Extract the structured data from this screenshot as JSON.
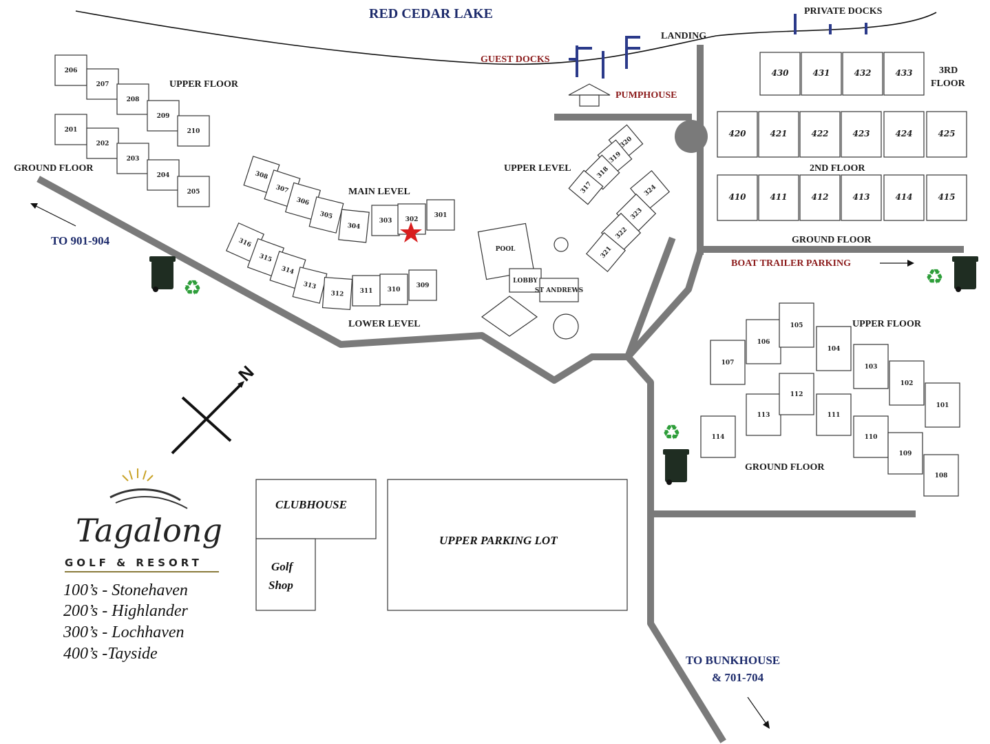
{
  "map": {
    "lake_title": "RED CEDAR LAKE",
    "landing": "LANDING",
    "private_docks": "PRIVATE DOCKS",
    "guest_docks": "GUEST DOCKS",
    "pumphouse": "PUMPHOUSE",
    "to_901": "TO 901-904",
    "to_bunkhouse_line1": "TO BUNKHOUSE",
    "to_bunkhouse_line2": "& 701-704",
    "boat_trailer": "BOAT TRAILER PARKING",
    "clubhouse": "CLUBHOUSE",
    "golf_shop_line1": "Golf",
    "golf_shop_line2": "Shop",
    "upper_parking": "UPPER PARKING LOT",
    "north": "N",
    "highlander": {
      "upper": "UPPER FLOOR",
      "ground": "GROUND FLOOR",
      "upper_units": [
        "206",
        "207",
        "208",
        "209",
        "210"
      ],
      "ground_units": [
        "201",
        "202",
        "203",
        "204",
        "205"
      ]
    },
    "lochhaven": {
      "main": "MAIN LEVEL",
      "lower": "LOWER LEVEL",
      "upper": "UPPER LEVEL",
      "main_units": [
        "308",
        "307",
        "306",
        "305",
        "304",
        "303",
        "302",
        "301"
      ],
      "lower_units": [
        "316",
        "315",
        "314",
        "313",
        "312",
        "311",
        "310",
        "309"
      ],
      "upper_left_units": [
        "320",
        "319",
        "318",
        "317"
      ],
      "upper_right_units": [
        "324",
        "323",
        "322",
        "321"
      ],
      "pool": "POOL",
      "lobby": "LOBBY",
      "st_andrews": "ST ANDREWS"
    },
    "tayside": {
      "third": "3RD",
      "third_floor": "FLOOR",
      "second": "2ND FLOOR",
      "ground": "GROUND FLOOR",
      "row3": [
        "430",
        "431",
        "432",
        "433"
      ],
      "row2": [
        "420",
        "421",
        "422",
        "423",
        "424",
        "425"
      ],
      "row1": [
        "410",
        "411",
        "412",
        "413",
        "414",
        "415"
      ]
    },
    "stonehaven": {
      "upper": "UPPER FLOOR",
      "ground": "GROUND FLOOR",
      "upper_units": [
        "107",
        "106",
        "105",
        "104",
        "103",
        "102",
        "101"
      ],
      "ground_units": [
        "114",
        "113",
        "112",
        "111",
        "110",
        "109",
        "108"
      ]
    },
    "logo": {
      "name": "Tagalong",
      "sub": "GOLF & RESORT"
    },
    "legend": [
      "100’s -  Stonehaven",
      "200’s - Highlander",
      "300’s - Lochhaven",
      "400’s -Tayside"
    ],
    "colors": {
      "road": "#7a7a7a",
      "dock": "#2b3a8a",
      "star": "#d81e1e",
      "recycle": "#2e9e3a",
      "bin": "#1f2d22"
    }
  }
}
